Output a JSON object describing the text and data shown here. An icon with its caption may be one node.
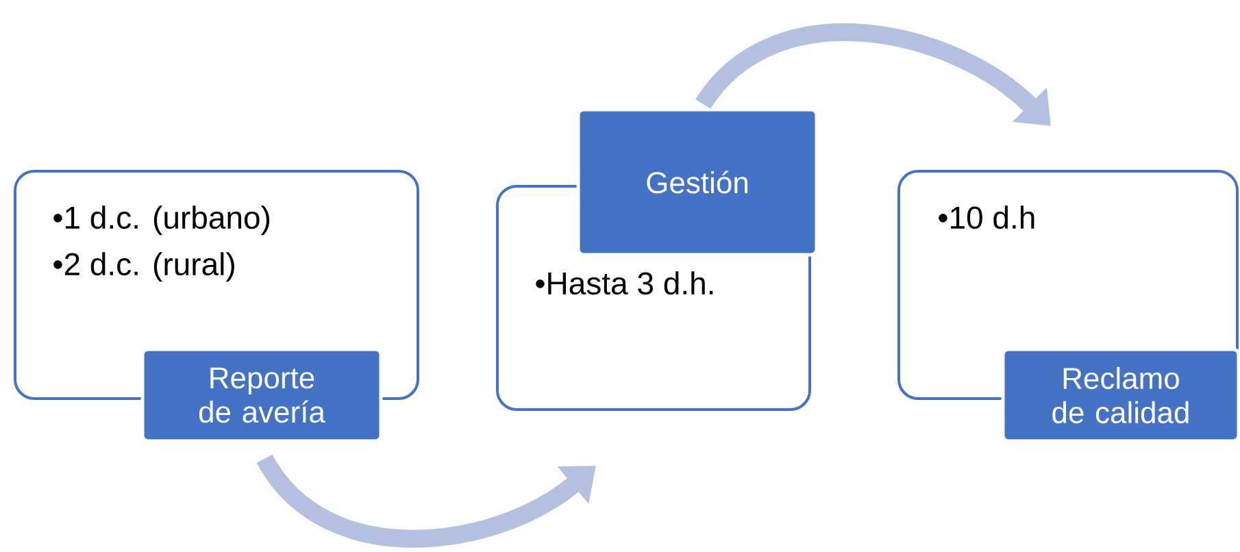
{
  "diagram": {
    "nodes": [
      {
        "text": [
          "•1 d.c. (urbano)",
          "•2 d.c. (rural)",
          "Reporte de avería"
        ]
      },
      {
        "text": [
          "Gestión",
          "•Hasta 3 d.h."
        ]
      },
      {
        "text": [
          "•10 d.h",
          "Reclamo de calidad"
        ]
      }
    ],
    "edges": [
      {
        "from": 0,
        "to": 1,
        "arrow": "to"
      },
      {
        "from": 1,
        "to": 2,
        "arrow": "to"
      }
    ]
  }
}
